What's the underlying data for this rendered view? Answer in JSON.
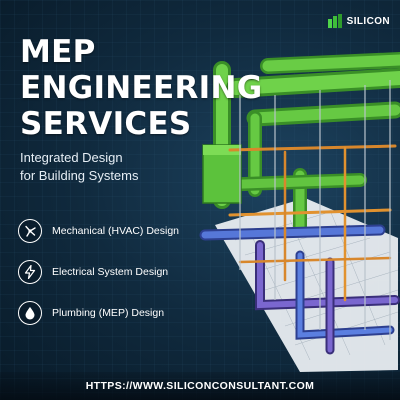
{
  "brand": {
    "name": "SILICON",
    "colors": {
      "accent": "#4fd44a",
      "pipe_green": "#5cc23c",
      "pipe_blue": "#4f6ed1",
      "pipe_orange": "#d8872c"
    }
  },
  "hero": {
    "title_lines": [
      "MEP",
      "ENGINEERING",
      "SERVICES"
    ],
    "subtitle_lines": [
      "Integrated Design",
      "for Building Systems"
    ]
  },
  "services": [
    {
      "icon": "fan-icon",
      "label": "Mechanical (HVAC) Design"
    },
    {
      "icon": "lightning-icon",
      "label": "Electrical System Design"
    },
    {
      "icon": "water-drop-icon",
      "label": "Plumbing (MEP) Design"
    }
  ],
  "footer": {
    "url": "HTTPS://WWW.SILICONCONSULTANT.COM"
  }
}
